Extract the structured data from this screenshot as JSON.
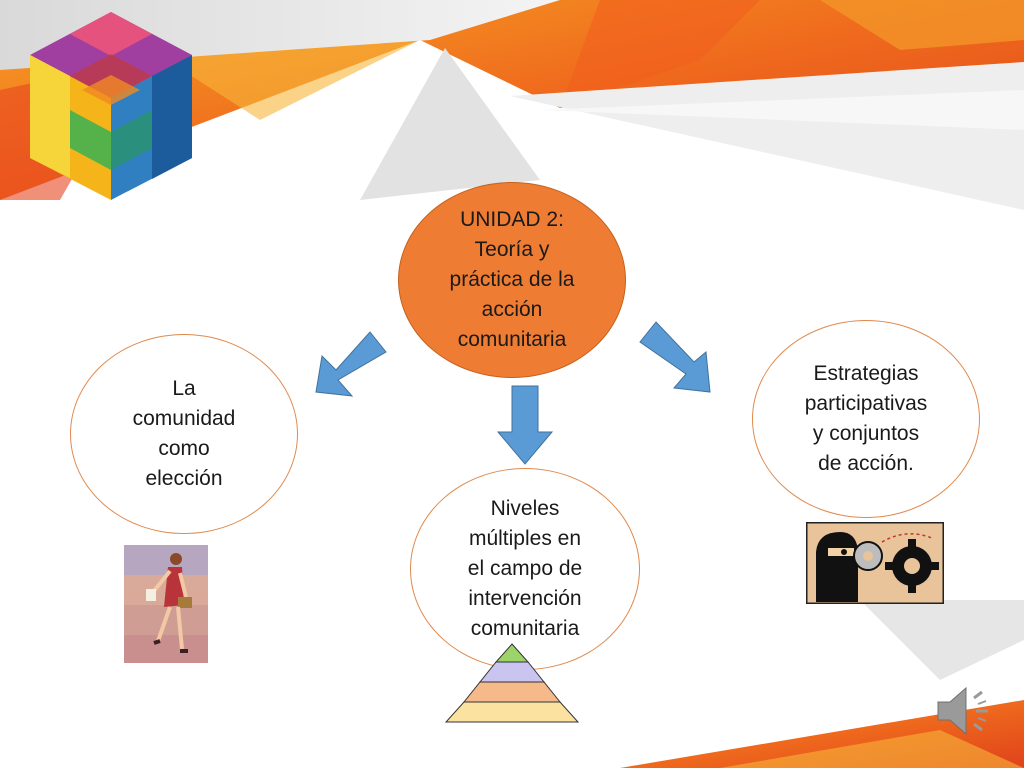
{
  "diagram": {
    "center": {
      "label": "UNIDAD 2:\nTeoría y\npráctica de la\nacción\ncomunitaria"
    },
    "nodes": [
      {
        "label": "La\ncomunidad\ncomo\nelección"
      },
      {
        "label": "Niveles\nmúltiples en\nel campo de\nintervención\ncomunitaria"
      },
      {
        "label": "Estrategias\nparticipativas\ny conjuntos\nde acción."
      }
    ]
  },
  "colors": {
    "center_fill": "#ee7c32",
    "arrow": "#5b9bd5",
    "node_border": "#e08a4e",
    "banner": "#f08a22"
  },
  "icons": {
    "logo": "cube-logo-icon",
    "left_image": "businesswoman-clipart",
    "bottom_image": "pyramid-icon",
    "right_image": "gears-head-clipart",
    "audio": "speaker-icon"
  }
}
